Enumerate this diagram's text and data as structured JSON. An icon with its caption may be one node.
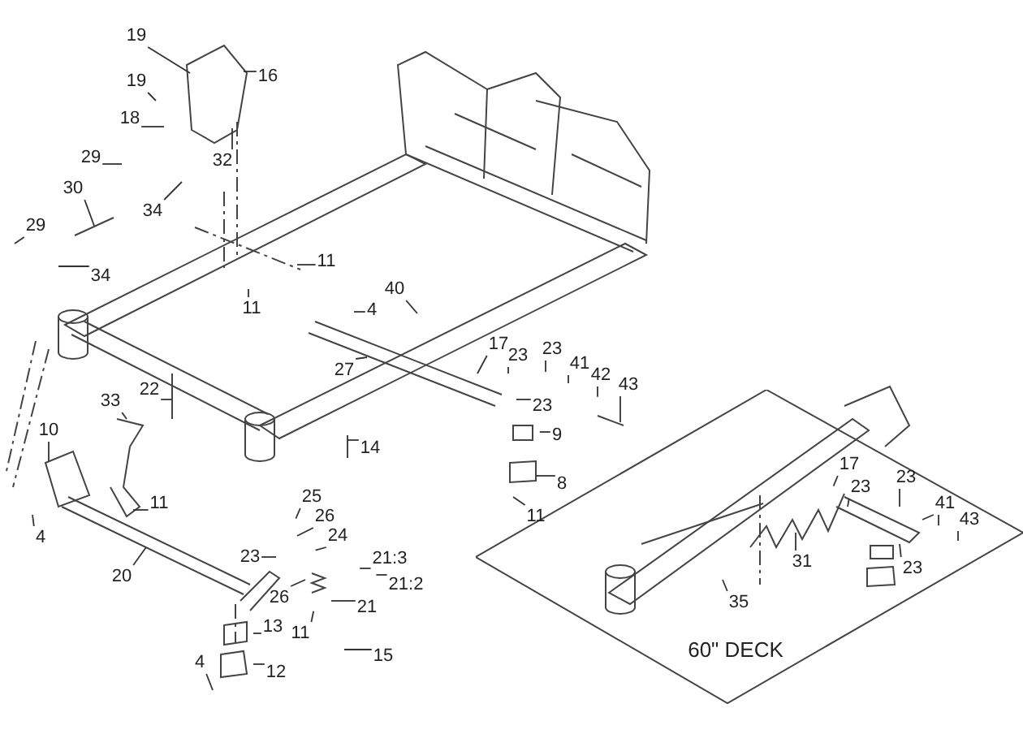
{
  "diagram": {
    "nodes": [
      {
        "text": [
          "19"
        ]
      },
      {
        "text": [
          "16"
        ]
      },
      {
        "text": [
          "19"
        ]
      },
      {
        "text": [
          "18"
        ]
      },
      {
        "text": [
          "32"
        ]
      },
      {
        "text": [
          "29"
        ]
      },
      {
        "text": [
          "30"
        ]
      },
      {
        "text": [
          "34"
        ]
      },
      {
        "text": [
          "29"
        ]
      },
      {
        "text": [
          "34"
        ]
      },
      {
        "text": [
          "11"
        ]
      },
      {
        "text": [
          "11"
        ]
      },
      {
        "text": [
          "4"
        ]
      },
      {
        "text": [
          "40"
        ]
      },
      {
        "text": [
          "27"
        ]
      },
      {
        "text": [
          "17"
        ]
      },
      {
        "text": [
          "23"
        ]
      },
      {
        "text": [
          "23"
        ]
      },
      {
        "text": [
          "41"
        ]
      },
      {
        "text": [
          "42"
        ]
      },
      {
        "text": [
          "43"
        ]
      },
      {
        "text": [
          "23"
        ]
      },
      {
        "text": [
          "9"
        ]
      },
      {
        "text": [
          "8"
        ]
      },
      {
        "text": [
          "11"
        ]
      },
      {
        "text": [
          "14"
        ]
      },
      {
        "text": [
          "22"
        ]
      },
      {
        "text": [
          "33"
        ]
      },
      {
        "text": [
          "10"
        ]
      },
      {
        "text": [
          "4"
        ]
      },
      {
        "text": [
          "11"
        ]
      },
      {
        "text": [
          "20"
        ]
      },
      {
        "text": [
          "25"
        ]
      },
      {
        "text": [
          "26"
        ]
      },
      {
        "text": [
          "24"
        ]
      },
      {
        "text": [
          "23"
        ]
      },
      {
        "text": [
          "21:3"
        ]
      },
      {
        "text": [
          "21:2"
        ]
      },
      {
        "text": [
          "21"
        ]
      },
      {
        "text": [
          "26"
        ]
      },
      {
        "text": [
          "11"
        ]
      },
      {
        "text": [
          "15"
        ]
      },
      {
        "text": [
          "13"
        ]
      },
      {
        "text": [
          "12"
        ]
      },
      {
        "text": [
          "4"
        ]
      },
      {
        "text": [
          "60\" DECK"
        ]
      },
      {
        "text": [
          "17"
        ],
        "in": 45
      },
      {
        "text": [
          "23"
        ],
        "in": 45
      },
      {
        "text": [
          "23"
        ],
        "in": 45
      },
      {
        "text": [
          "41"
        ],
        "in": 45
      },
      {
        "text": [
          "43"
        ],
        "in": 45
      },
      {
        "text": [
          "31"
        ],
        "in": 45
      },
      {
        "text": [
          "23"
        ],
        "in": 45
      },
      {
        "text": [
          "35"
        ],
        "in": 45
      }
    ],
    "edges": [
      {
        "from": 0,
        "to": null,
        "arrow": "none"
      },
      {
        "from": 1,
        "to": null,
        "arrow": "none"
      },
      {
        "from": 2,
        "to": null,
        "arrow": "none"
      },
      {
        "from": 3,
        "to": null,
        "arrow": "none"
      },
      {
        "from": 4,
        "to": null,
        "arrow": "none"
      },
      {
        "from": 5,
        "to": null,
        "arrow": "none"
      },
      {
        "from": 6,
        "to": null,
        "arrow": "none"
      },
      {
        "from": 7,
        "to": null,
        "arrow": "none"
      },
      {
        "from": 8,
        "to": null,
        "arrow": "none"
      },
      {
        "from": 9,
        "to": null,
        "arrow": "none"
      },
      {
        "from": 10,
        "to": null,
        "arrow": "none"
      },
      {
        "from": 11,
        "to": null,
        "arrow": "none"
      },
      {
        "from": 12,
        "to": null,
        "arrow": "none"
      },
      {
        "from": 13,
        "to": null,
        "arrow": "none"
      },
      {
        "from": 14,
        "to": null,
        "arrow": "none"
      },
      {
        "from": 15,
        "to": null,
        "arrow": "none"
      },
      {
        "from": 16,
        "to": null,
        "arrow": "none"
      },
      {
        "from": 17,
        "to": null,
        "arrow": "none"
      },
      {
        "from": 18,
        "to": null,
        "arrow": "none"
      },
      {
        "from": 19,
        "to": null,
        "arrow": "none"
      },
      {
        "from": 20,
        "to": null,
        "arrow": "none"
      },
      {
        "from": 21,
        "to": null,
        "arrow": "none"
      },
      {
        "from": 22,
        "to": null,
        "arrow": "none"
      },
      {
        "from": 23,
        "to": null,
        "arrow": "none"
      },
      {
        "from": 24,
        "to": null,
        "arrow": "none"
      },
      {
        "from": 25,
        "to": null,
        "arrow": "none"
      },
      {
        "from": 26,
        "to": null,
        "arrow": "none"
      },
      {
        "from": 27,
        "to": null,
        "arrow": "none"
      },
      {
        "from": 28,
        "to": null,
        "arrow": "none"
      },
      {
        "from": 29,
        "to": null,
        "arrow": "none"
      },
      {
        "from": 30,
        "to": null,
        "arrow": "none"
      },
      {
        "from": 31,
        "to": null,
        "arrow": "none"
      },
      {
        "from": 32,
        "to": null,
        "arrow": "none"
      },
      {
        "from": 33,
        "to": null,
        "arrow": "none"
      },
      {
        "from": 34,
        "to": null,
        "arrow": "none"
      },
      {
        "from": 35,
        "to": null,
        "arrow": "none"
      },
      {
        "from": 36,
        "to": null,
        "arrow": "none"
      },
      {
        "from": 37,
        "to": null,
        "arrow": "none"
      },
      {
        "from": 38,
        "to": null,
        "arrow": "none"
      },
      {
        "from": 39,
        "to": null,
        "arrow": "none"
      },
      {
        "from": 40,
        "to": null,
        "arrow": "none"
      },
      {
        "from": 41,
        "to": null,
        "arrow": "none"
      },
      {
        "from": 42,
        "to": null,
        "arrow": "none"
      },
      {
        "from": 43,
        "to": null,
        "arrow": "none"
      },
      {
        "from": 44,
        "to": null,
        "arrow": "none"
      },
      {
        "from": 46,
        "to": null,
        "arrow": "none"
      },
      {
        "from": 47,
        "to": null,
        "arrow": "none"
      },
      {
        "from": 48,
        "to": null,
        "arrow": "none"
      },
      {
        "from": 49,
        "to": null,
        "arrow": "none"
      },
      {
        "from": 49,
        "to": null,
        "arrow": "none"
      },
      {
        "from": 50,
        "to": null,
        "arrow": "none"
      },
      {
        "from": 51,
        "to": null,
        "arrow": "none"
      },
      {
        "from": 52,
        "to": null,
        "arrow": "none"
      },
      {
        "from": 53,
        "to": null,
        "arrow": "none"
      }
    ]
  }
}
